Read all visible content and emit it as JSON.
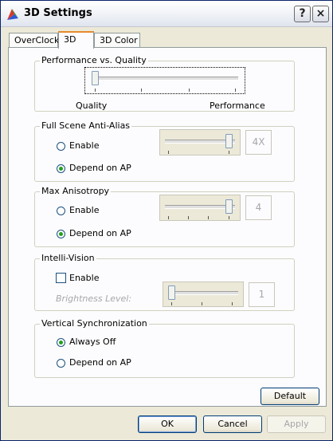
{
  "window": {
    "title": "3D Settings",
    "help_label": "?",
    "close_label": "×",
    "accent_colors": {
      "tab_highlight": "#e68b2c",
      "radio_dot": "#21a121",
      "border": "#919b9c"
    }
  },
  "tabs": [
    {
      "label": "OverClock",
      "active": false
    },
    {
      "label": "3D",
      "active": true
    },
    {
      "label": "3D Color",
      "active": false
    }
  ],
  "performance_group": {
    "legend": "Performance vs. Quality",
    "slider_level": 0,
    "left_label": "Quality",
    "right_label": "Performance"
  },
  "fsaa_group": {
    "legend": "Full Scene Anti-Alias",
    "enable_label": "Enable",
    "depend_label": "Depend on AP",
    "selected": "depend",
    "slider_level": 1,
    "value": "4X"
  },
  "aniso_group": {
    "legend": "Max Anisotropy",
    "enable_label": "Enable",
    "depend_label": "Depend on AP",
    "selected": "depend",
    "slider_level": 1,
    "value": "4"
  },
  "intelli_group": {
    "legend": "Intelli-Vision",
    "enable_label": "Enable",
    "enabled": false,
    "brightness_label": "Brightness Level:",
    "slider_level": 0,
    "value": "1"
  },
  "vsync_group": {
    "legend": "Vertical Synchronization",
    "always_off_label": "Always Off",
    "depend_label": "Depend on AP",
    "selected": "always_off"
  },
  "buttons": {
    "default_label": "Default",
    "ok_label": "OK",
    "cancel_label": "Cancel",
    "apply_label": "Apply"
  }
}
